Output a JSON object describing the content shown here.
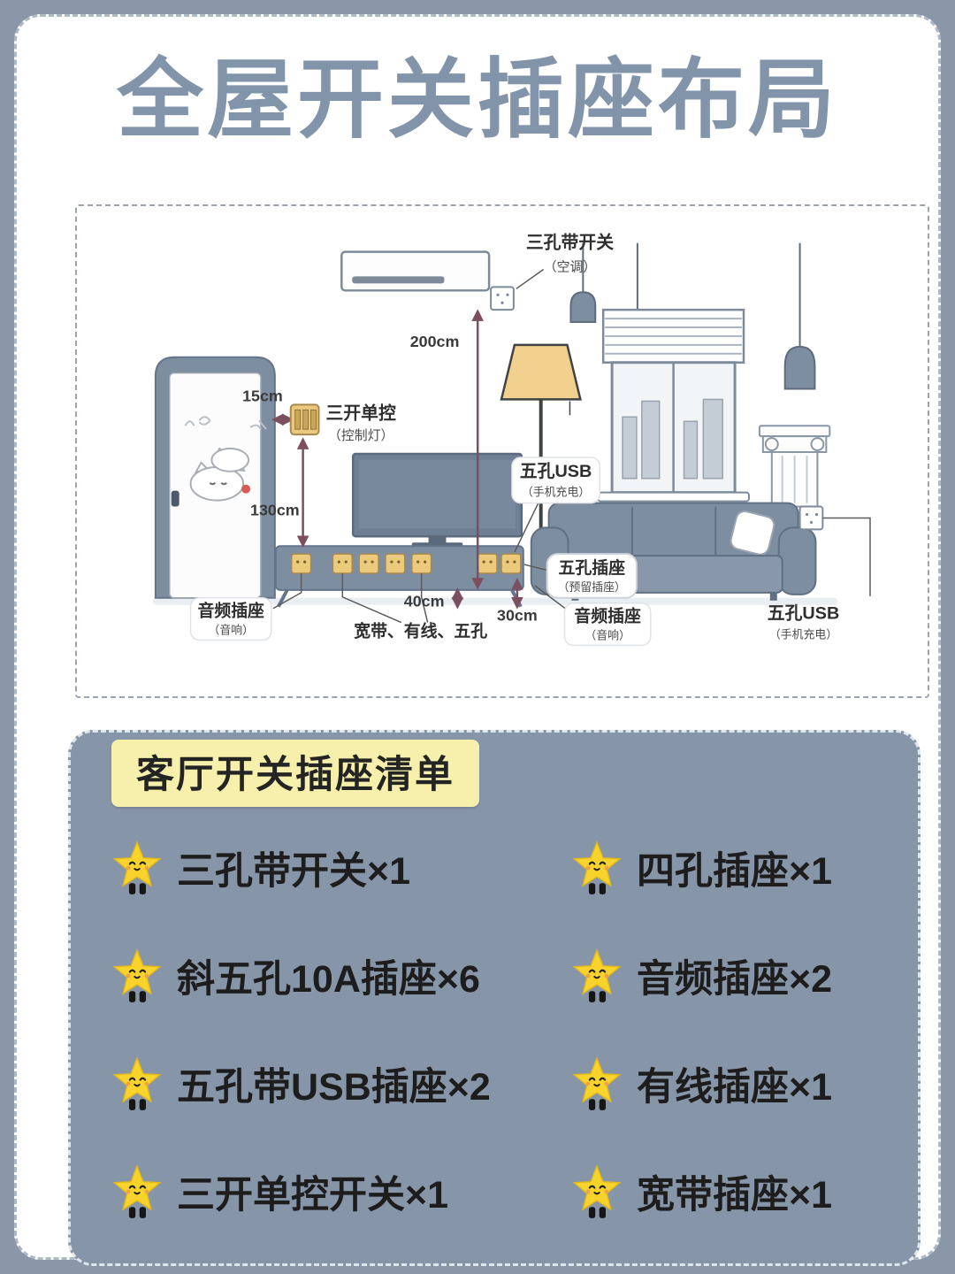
{
  "page": {
    "title": "全屋开关插座布局"
  },
  "diagram": {
    "ac": {
      "label": "三孔带开关",
      "sub": "（空调）"
    },
    "switch3": {
      "label": "三开单控",
      "sub": "（控制灯）"
    },
    "usb_left": {
      "label": "五孔USB",
      "sub": "（手机充电）"
    },
    "socket5": {
      "label": "五孔插座",
      "sub": "（预留插座）"
    },
    "audio_left": {
      "label": "音频插座",
      "sub": "（音响）"
    },
    "audio_right": {
      "label": "音频插座",
      "sub": "（音响）"
    },
    "usb_right": {
      "label": "五孔USB",
      "sub": "（手机充电）"
    },
    "cabinet_label": "宽带、有线、五孔",
    "measures": {
      "m200": "200cm",
      "m130": "130cm",
      "m15": "15cm",
      "m40": "40cm",
      "m30": "30cm"
    }
  },
  "checklist": {
    "header": "客厅开关插座清单",
    "left": [
      "三孔带开关×1",
      "斜五孔10A插座×6",
      "五孔带USB插座×2",
      "三开单控开关×1"
    ],
    "right": [
      "四孔插座×1",
      "音频插座×2",
      "有线插座×1",
      "宽带插座×1"
    ]
  },
  "colors": {
    "background": "#8a97a9",
    "panel": "#8795a8",
    "header_highlight": "#f6f0ac",
    "title_text": "#8294aa",
    "socket_yellow": "#ecca7c",
    "star_yellow": "#f8d32c",
    "measure_arrow": "#7c4f5f",
    "furniture": "#7e8ea1"
  }
}
